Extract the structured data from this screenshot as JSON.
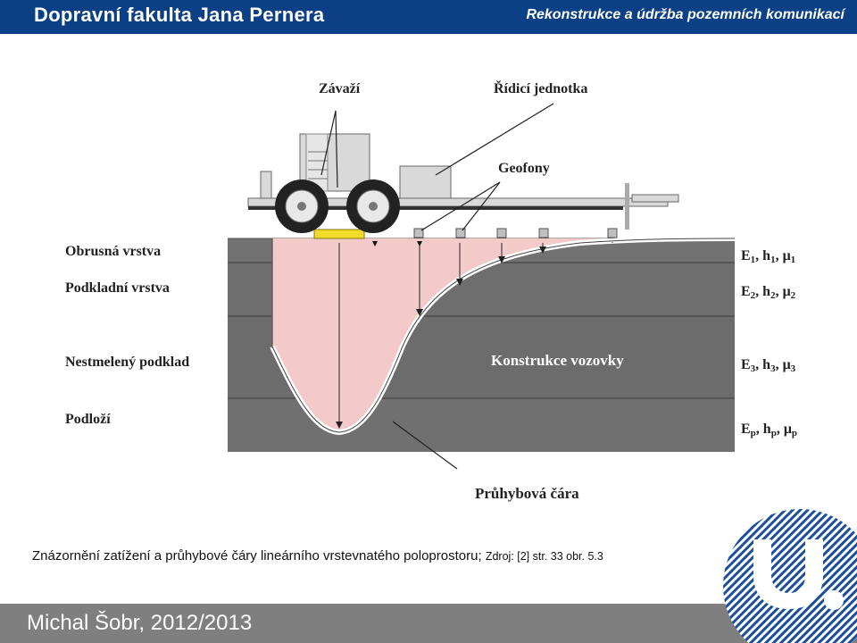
{
  "header": {
    "left_title": "Dopravní fakulta Jana Pernera",
    "right_title": "Rekonstrukce a údržba pozemních komunikací"
  },
  "diagram": {
    "labels": {
      "weight": "Závaží",
      "control_unit": "Řídicí jednotka",
      "geophones": "Geofony",
      "pavement_structure": "Konstrukce vozovky",
      "deflection_line": "Průhybová čára"
    },
    "layers": [
      {
        "name": "Obrusná vrstva",
        "E": "E",
        "E_sub": "1",
        "h": "h",
        "h_sub": "1",
        "mu": "μ",
        "mu_sub": "1"
      },
      {
        "name": "Podkladní vrstva",
        "E": "E",
        "E_sub": "2",
        "h": "h",
        "h_sub": "2",
        "mu": "μ",
        "mu_sub": "2"
      },
      {
        "name": "Nestmelený podklad",
        "E": "E",
        "E_sub": "3",
        "h": "h",
        "h_sub": "3",
        "mu": "μ",
        "mu_sub": "3"
      },
      {
        "name": "Podloží",
        "E": "E",
        "E_sub": "p",
        "h": "h",
        "h_sub": "p",
        "mu": "μ",
        "mu_sub": "p"
      }
    ],
    "colors": {
      "layer_top": "#707070",
      "layer_mid": "#6b6b6b",
      "deflection_fill": "#f3c9c9",
      "load_plate": "#f2dc2a",
      "vehicle": "#d9d9d9"
    }
  },
  "caption": {
    "main": "Znázornění zatížení a průhybové čáry lineárního vrstevnatého poloprostoru;",
    "source": "Zdroj: [2] str. 33 obr. 5.3"
  },
  "footer": {
    "author": "Michal Šobr, 2012/2013"
  },
  "logo": {
    "icon": "university-u-logo-icon"
  }
}
